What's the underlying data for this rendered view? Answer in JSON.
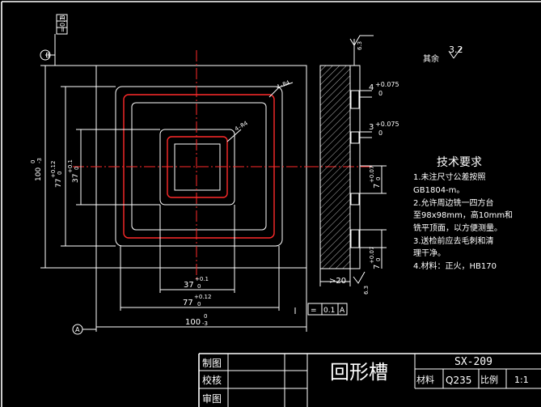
{
  "drawing": {
    "roughness_other": "其余",
    "roughness_value": "3.2",
    "roughness_small": "6.3",
    "datum_top": "B",
    "datum_bottom": "A",
    "flatness_top": {
      "symbol": "=",
      "tol": "0.1",
      "datum": "B"
    },
    "flatness_bottom": {
      "symbol": "=",
      "tol": "0.1",
      "datum": "A"
    },
    "dims": {
      "d100_bottom": {
        "base": "100",
        "up": "0",
        "low": "-3"
      },
      "d77_bottom": {
        "base": "77",
        "up": "+0.12",
        "low": "0"
      },
      "d37_bottom": {
        "base": "37",
        "up": "+0.1",
        "low": "0"
      },
      "d100_left": {
        "base": "100",
        "up": "0",
        "low": "-3"
      },
      "d77_left": {
        "base": "77",
        "up": "+0.12",
        "low": "0"
      },
      "d37_left": {
        "base": "37",
        "up": "+0.1",
        "low": "0"
      },
      "radius_outer": "4-R4",
      "radius_inner": "4-R4",
      "depth_top": {
        "base": "4",
        "up": "+0.075",
        "low": "0"
      },
      "depth_mid": {
        "base": "3",
        "up": "+0.075",
        "low": "0"
      },
      "w7_top": {
        "base": "7",
        "up": "+0.07",
        "low": "0"
      },
      "w7_bottom": {
        "base": "7",
        "up": "+0.07",
        "low": "0"
      },
      "thick": ">20"
    }
  },
  "notes": {
    "title": "技术要求",
    "lines": [
      "1.未注尺寸公差按照",
      "GB1804-m。",
      "2.允许周边铣一四方台",
      "至98x98mm，高10mm和",
      "铣平顶面，以方便测量。",
      "3.送检前应去毛刺和清",
      "理干净。",
      "4.材料：正火，HB170"
    ]
  },
  "title_block": {
    "drawn": "制图",
    "checked": "校核",
    "approved": "审图",
    "part_name": "回形槽",
    "drawing_no": "SX-209",
    "material_label": "材料",
    "material": "Q235",
    "scale_label": "比例",
    "scale": "1:1"
  }
}
